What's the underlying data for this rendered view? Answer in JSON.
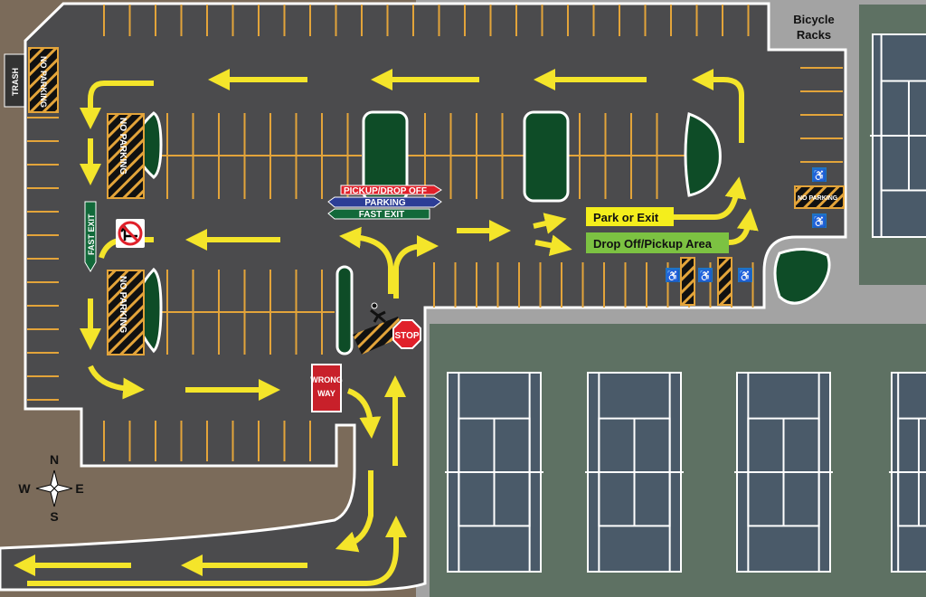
{
  "labels": {
    "bicycle_racks_1": "Bicycle",
    "bicycle_racks_2": "Racks",
    "trash": "TRASH",
    "no_parking": "NO PARKING",
    "pickup_drop_off": "PICKUP/DROP OFF",
    "parking": "PARKING",
    "fast_exit": "FAST EXIT",
    "fast_exit_sign": "FAST EXIT",
    "park_or_exit": "Park or Exit",
    "drop_off_pickup_area": "Drop Off/Pickup Area",
    "stop": "STOP",
    "wrong_1": "WRONG",
    "wrong_2": "WAY"
  },
  "compass": {
    "n": "N",
    "s": "S",
    "e": "E",
    "w": "W"
  },
  "colors": {
    "ground": "#7b6b5a",
    "asphalt": "#4b4b4d",
    "sidewalk": "#a3a3a3",
    "court_surround": "#5e7163",
    "court": "#4a5a69",
    "island": "#0e4c27",
    "arrow": "#f4e52a",
    "stall_line": "#e3a43a",
    "sign_red": "#e0202a",
    "sign_blue": "#2c3d96",
    "sign_green": "#12693a",
    "drop_off_green": "#7cc242",
    "park_yellow": "#f4ee1c",
    "handicap_blue": "#1e74c6"
  }
}
